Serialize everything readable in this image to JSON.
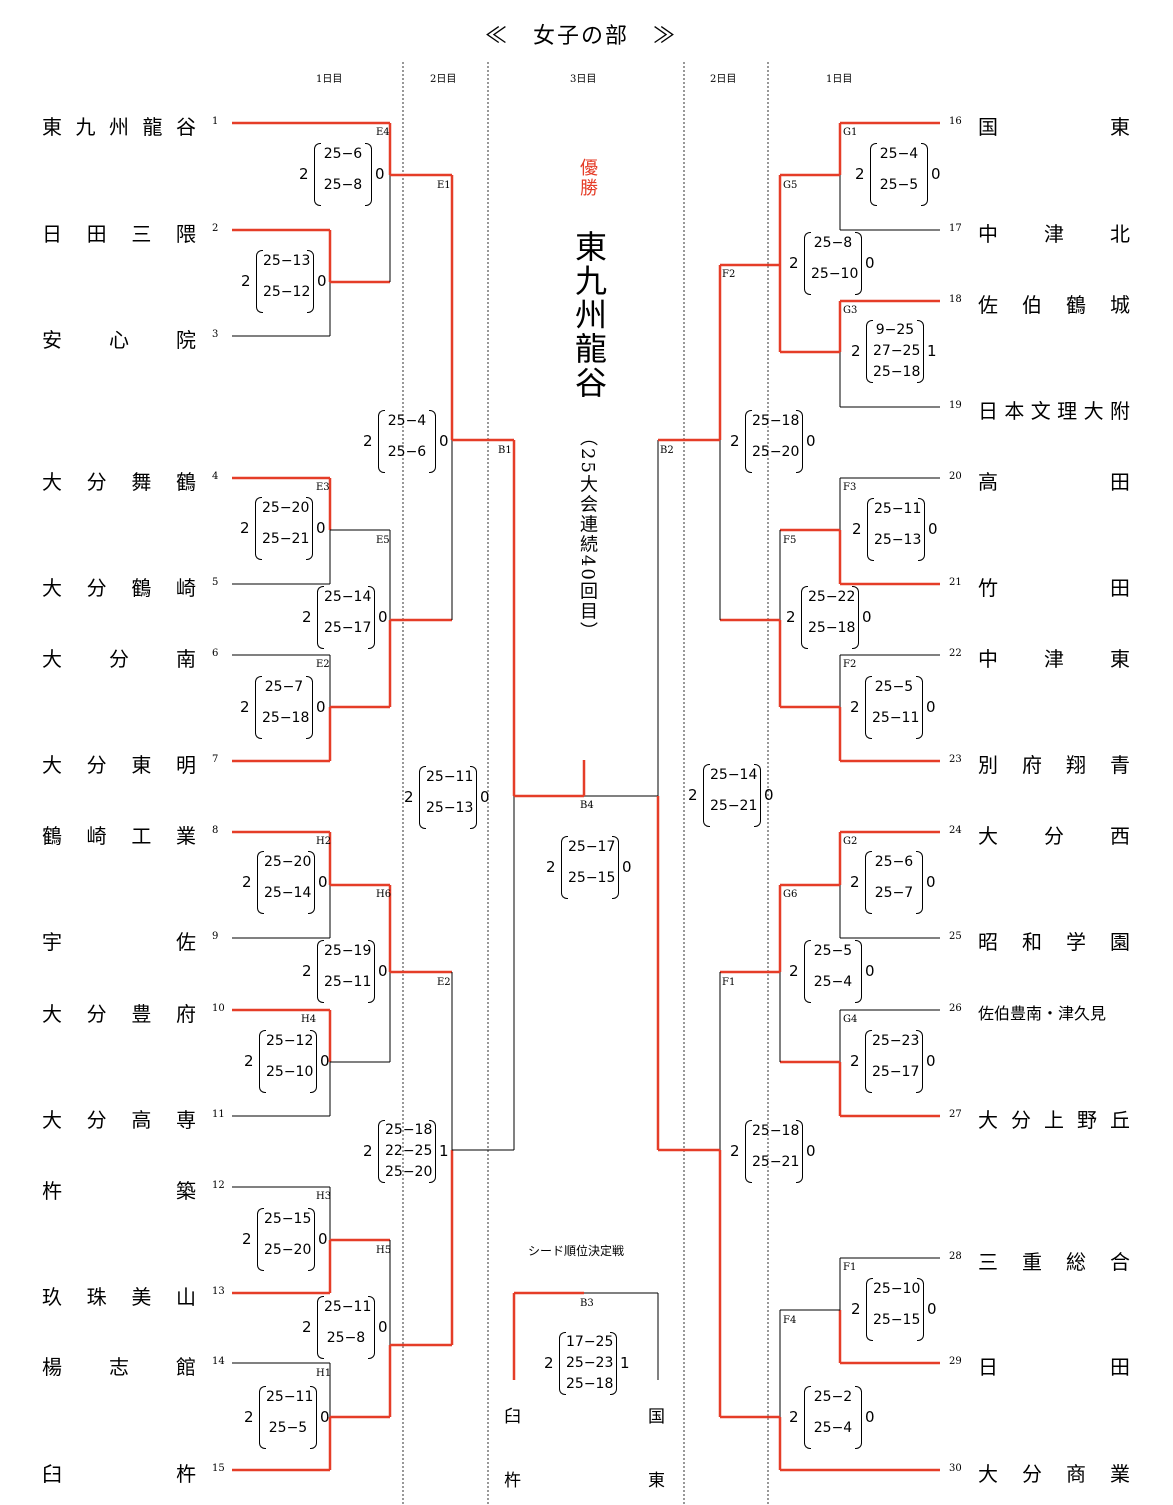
{
  "title": "≪　女子の部　≫",
  "day_labels": {
    "day1": "1日目",
    "day2": "2日目",
    "day3": "3日目"
  },
  "left_teams": [
    {
      "num": "1",
      "name": "東九州龍谷"
    },
    {
      "num": "2",
      "name": "日田三隈"
    },
    {
      "num": "3",
      "name": "安心院"
    },
    {
      "num": "4",
      "name": "大分舞鶴"
    },
    {
      "num": "5",
      "name": "大分鶴崎"
    },
    {
      "num": "6",
      "name": "大分南"
    },
    {
      "num": "7",
      "name": "大分東明"
    },
    {
      "num": "8",
      "name": "鶴崎工業"
    },
    {
      "num": "9",
      "name": "宇佐"
    },
    {
      "num": "10",
      "name": "大分豊府"
    },
    {
      "num": "11",
      "name": "大分高専"
    },
    {
      "num": "12",
      "name": "杵築"
    },
    {
      "num": "13",
      "name": "玖珠美山"
    },
    {
      "num": "14",
      "name": "楊志館"
    },
    {
      "num": "15",
      "name": "臼杵"
    }
  ],
  "right_teams": [
    {
      "num": "16",
      "name": "国東"
    },
    {
      "num": "17",
      "name": "中津北"
    },
    {
      "num": "18",
      "name": "佐伯鶴城"
    },
    {
      "num": "19",
      "name": "日本文理大附"
    },
    {
      "num": "20",
      "name": "高田"
    },
    {
      "num": "21",
      "name": "竹田"
    },
    {
      "num": "22",
      "name": "中津東"
    },
    {
      "num": "23",
      "name": "別府翔青"
    },
    {
      "num": "24",
      "name": "大分西"
    },
    {
      "num": "25",
      "name": "昭和学園"
    },
    {
      "num": "26",
      "name": "佐伯豊南・津久見"
    },
    {
      "num": "27",
      "name": "大分上野丘"
    },
    {
      "num": "28",
      "name": "三重総合"
    },
    {
      "num": "29",
      "name": "日田"
    },
    {
      "num": "30",
      "name": "大分商業"
    }
  ],
  "match_codes": [
    "E4",
    "E1",
    "E3",
    "E5",
    "E2",
    "H2",
    "H6",
    "H4",
    "E2",
    "H3",
    "H5",
    "H1",
    "B1",
    "B2",
    "B4",
    "B3",
    "G1",
    "G5",
    "G3",
    "F2",
    "F3",
    "F5",
    "F2",
    "G2",
    "G6",
    "G4",
    "F1",
    "F1",
    "F4"
  ],
  "matches": {
    "m1": {
      "win": "2",
      "sets": [
        "25−6",
        "25−8"
      ],
      "lose": "0"
    },
    "m2": {
      "win": "2",
      "sets": [
        "25−13",
        "25−12"
      ],
      "lose": "0"
    },
    "m3": {
      "win": "2",
      "sets": [
        "25−4",
        "25−6"
      ],
      "lose": "0"
    },
    "m4": {
      "win": "2",
      "sets": [
        "25−20",
        "25−21"
      ],
      "lose": "0"
    },
    "m5": {
      "win": "2",
      "sets": [
        "25−14",
        "25−17"
      ],
      "lose": "0"
    },
    "m6": {
      "win": "2",
      "sets": [
        "25−7",
        "25−18"
      ],
      "lose": "0"
    },
    "m7": {
      "win": "2",
      "sets": [
        "25−11",
        "25−13"
      ],
      "lose": "0"
    },
    "m8": {
      "win": "2",
      "sets": [
        "25−20",
        "25−14"
      ],
      "lose": "0"
    },
    "m9": {
      "win": "2",
      "sets": [
        "25−19",
        "25−11"
      ],
      "lose": "0"
    },
    "m10": {
      "win": "2",
      "sets": [
        "25−12",
        "25−10"
      ],
      "lose": "0"
    },
    "m11": {
      "win": "2",
      "sets": [
        "25−18",
        "22−25",
        "25−20"
      ],
      "lose": "1"
    },
    "m12": {
      "win": "2",
      "sets": [
        "25−15",
        "25−20"
      ],
      "lose": "0"
    },
    "m13": {
      "win": "2",
      "sets": [
        "25−11",
        "25−8"
      ],
      "lose": "0"
    },
    "m14": {
      "win": "2",
      "sets": [
        "25−11",
        "25−5"
      ],
      "lose": "0"
    },
    "m15": {
      "win": "2",
      "sets": [
        "25−17",
        "25−15"
      ],
      "lose": "0"
    },
    "m16": {
      "win": "2",
      "sets": [
        "17−25",
        "25−23",
        "25−18"
      ],
      "lose": "1"
    },
    "m17": {
      "win": "2",
      "sets": [
        "25−4",
        "25−5"
      ],
      "lose": "0"
    },
    "m18": {
      "win": "2",
      "sets": [
        "25−8",
        "25−10"
      ],
      "lose": "0"
    },
    "m19": {
      "win": "2",
      "sets": [
        "9−25",
        "27−25",
        "25−18"
      ],
      "lose": "1"
    },
    "m20": {
      "win": "2",
      "sets": [
        "25−18",
        "25−20"
      ],
      "lose": "0"
    },
    "m21": {
      "win": "2",
      "sets": [
        "25−11",
        "25−13"
      ],
      "lose": "0"
    },
    "m22": {
      "win": "2",
      "sets": [
        "25−22",
        "25−18"
      ],
      "lose": "0"
    },
    "m23": {
      "win": "2",
      "sets": [
        "25−5",
        "25−11"
      ],
      "lose": "0"
    },
    "m24": {
      "win": "2",
      "sets": [
        "25−14",
        "25−21"
      ],
      "lose": "0"
    },
    "m25": {
      "win": "2",
      "sets": [
        "25−6",
        "25−7"
      ],
      "lose": "0"
    },
    "m26": {
      "win": "2",
      "sets": [
        "25−5",
        "25−4"
      ],
      "lose": "0"
    },
    "m27": {
      "win": "2",
      "sets": [
        "25−23",
        "25−17"
      ],
      "lose": "0"
    },
    "m28": {
      "win": "2",
      "sets": [
        "25−18",
        "25−21"
      ],
      "lose": "0"
    },
    "m29": {
      "win": "2",
      "sets": [
        "25−10",
        "25−15"
      ],
      "lose": "0"
    },
    "m30": {
      "win": "2",
      "sets": [
        "25−2",
        "25−4"
      ],
      "lose": "0"
    }
  },
  "center": {
    "winner_label": "優勝",
    "champion": "東九州龍谷",
    "note": "（25大会連続40回目）",
    "seed_title": "シード順位決定戦",
    "tb_left_top": "臼",
    "tb_left_bottom": "杵",
    "tb_right_top": "国",
    "tb_right_bottom": "東"
  },
  "colors": {
    "win_line": "#e53d28",
    "line": "#000000"
  }
}
